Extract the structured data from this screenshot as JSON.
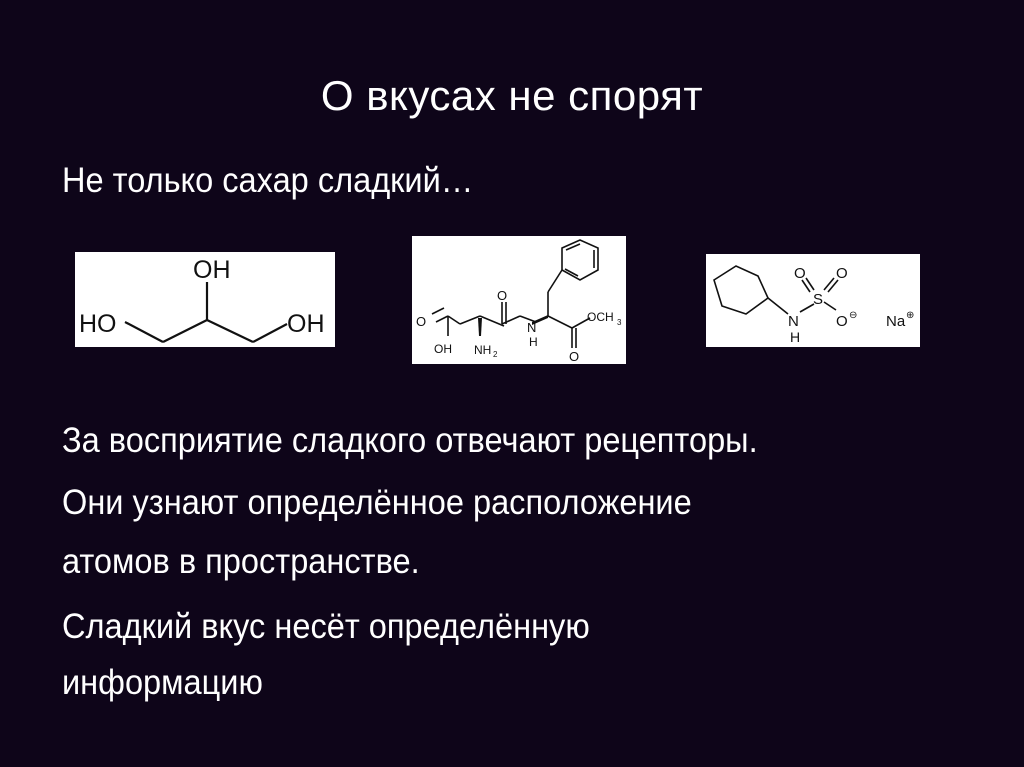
{
  "slide": {
    "title": "О вкусах не спорят",
    "subtitle": "Не только сахар сладкий…",
    "paragraphs": [
      "За восприятие сладкого отвечают рецепторы.",
      "Они узнают определённое расположение",
      "атомов в пространстве.",
      "Сладкий вкус несёт определённую",
      "информацию"
    ],
    "background_color": "#0e0519",
    "text_color": "#ffffff"
  },
  "molecules": [
    {
      "name": "glycerol",
      "labels": {
        "top_oh": "OH",
        "left_ho": "HO",
        "right_oh": "OH"
      }
    },
    {
      "name": "aspartame",
      "labels": {
        "acid_o": "O",
        "acid_oh": "OH",
        "amine": "NH",
        "amine_sub": "2",
        "amide_o": "O",
        "amide_n": "N",
        "amide_h": "H",
        "ester_o": "O",
        "ester_och": "OCH",
        "ester_sub": "3"
      }
    },
    {
      "name": "sodium-cyclamate",
      "labels": {
        "n": "N",
        "h": "H",
        "s": "S",
        "o1": "O",
        "o2": "O",
        "o3": "O",
        "minus": "⊖",
        "na": "Na",
        "plus": "⊕"
      }
    }
  ]
}
